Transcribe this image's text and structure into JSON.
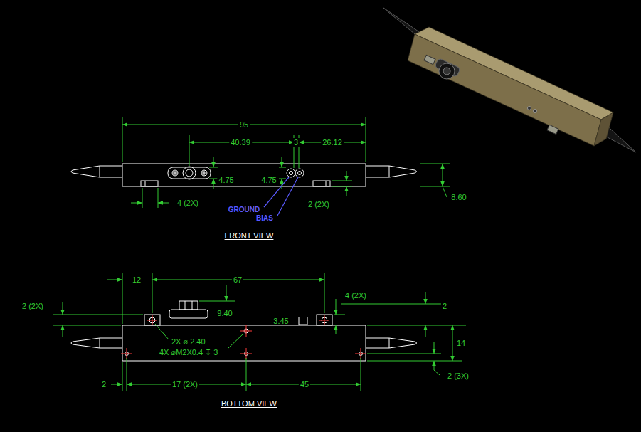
{
  "diagram": {
    "labels": [
      "95",
      "40.39",
      "3",
      "26.12",
      "4.75",
      "4.75",
      "8.60",
      "4 (2X)",
      "2 (2X)",
      "GROUND",
      "BIAS",
      "FRONT VIEW",
      "12",
      "67",
      "2 (2X)",
      "4 (2X)",
      "9.40",
      "3.45",
      "2",
      "14",
      "2X ⌀ 2.40",
      "4X ⌀M2X0.4 ↧ 3",
      "2 (3X)",
      "2",
      "17 (2X)",
      "45",
      "BOTTOM VIEW"
    ]
  }
}
